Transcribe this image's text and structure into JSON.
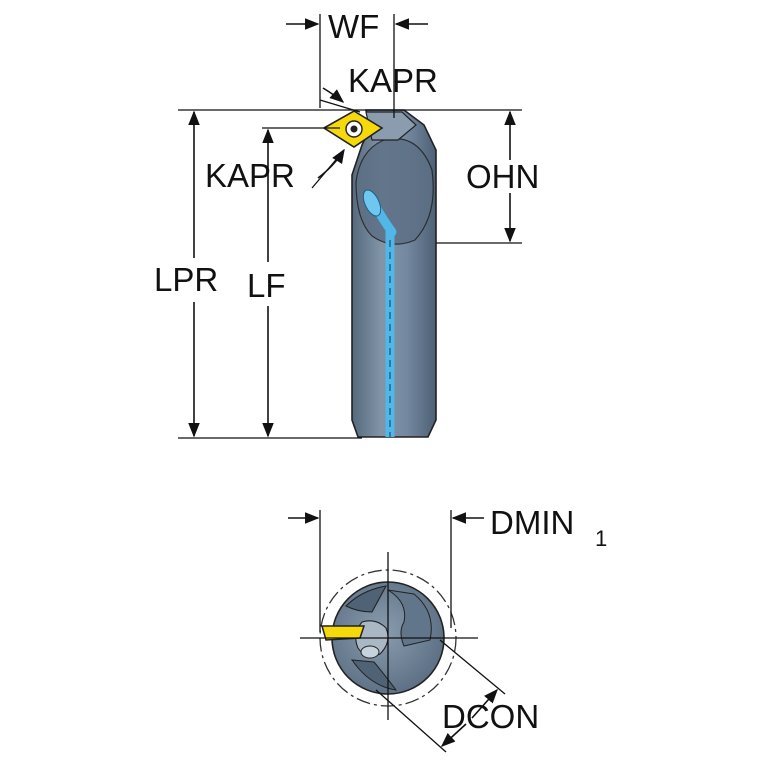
{
  "labels": {
    "wf": "WF",
    "kapr_top": "KAPR",
    "kapr_side": "KAPR",
    "ohn": "OHN",
    "lpr": "LPR",
    "lf": "LF",
    "dmin": "DMIN",
    "dmin_sub": "1",
    "dcon": "DCON"
  },
  "colors": {
    "tool_body": "#6f8397",
    "tool_shade": "#4f6276",
    "coolant": "#4fb8e8",
    "insert": "#f5d90a",
    "line": "#111111"
  }
}
